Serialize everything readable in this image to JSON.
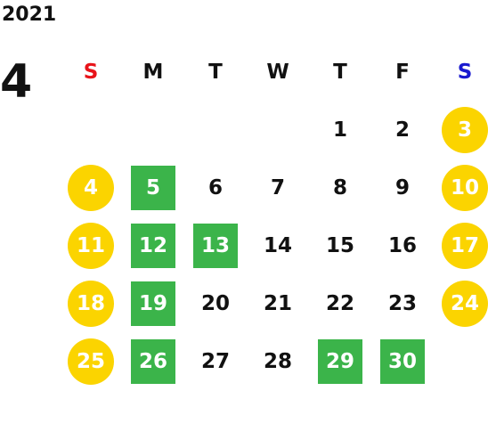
{
  "year": "2021",
  "month": "4",
  "colors": {
    "sunday_header": "#e8141a",
    "saturday_header": "#1a1acf",
    "weekend_circle": "#fbd400",
    "highlight_square": "#3bb44a"
  },
  "weekdays": [
    "S",
    "M",
    "T",
    "W",
    "T",
    "F",
    "S"
  ],
  "weeks": [
    [
      {
        "day": ""
      },
      {
        "day": ""
      },
      {
        "day": ""
      },
      {
        "day": ""
      },
      {
        "day": "1"
      },
      {
        "day": "2"
      },
      {
        "day": "3",
        "style": "circle"
      }
    ],
    [
      {
        "day": "4",
        "style": "circle"
      },
      {
        "day": "5",
        "style": "square"
      },
      {
        "day": "6"
      },
      {
        "day": "7"
      },
      {
        "day": "8"
      },
      {
        "day": "9"
      },
      {
        "day": "10",
        "style": "circle"
      }
    ],
    [
      {
        "day": "11",
        "style": "circle"
      },
      {
        "day": "12",
        "style": "square"
      },
      {
        "day": "13",
        "style": "square"
      },
      {
        "day": "14"
      },
      {
        "day": "15"
      },
      {
        "day": "16"
      },
      {
        "day": "17",
        "style": "circle"
      }
    ],
    [
      {
        "day": "18",
        "style": "circle"
      },
      {
        "day": "19",
        "style": "square"
      },
      {
        "day": "20"
      },
      {
        "day": "21"
      },
      {
        "day": "22"
      },
      {
        "day": "23"
      },
      {
        "day": "24",
        "style": "circle"
      }
    ],
    [
      {
        "day": "25",
        "style": "circle"
      },
      {
        "day": "26",
        "style": "square"
      },
      {
        "day": "27"
      },
      {
        "day": "28"
      },
      {
        "day": "29",
        "style": "square"
      },
      {
        "day": "30",
        "style": "square"
      },
      {
        "day": ""
      }
    ]
  ]
}
